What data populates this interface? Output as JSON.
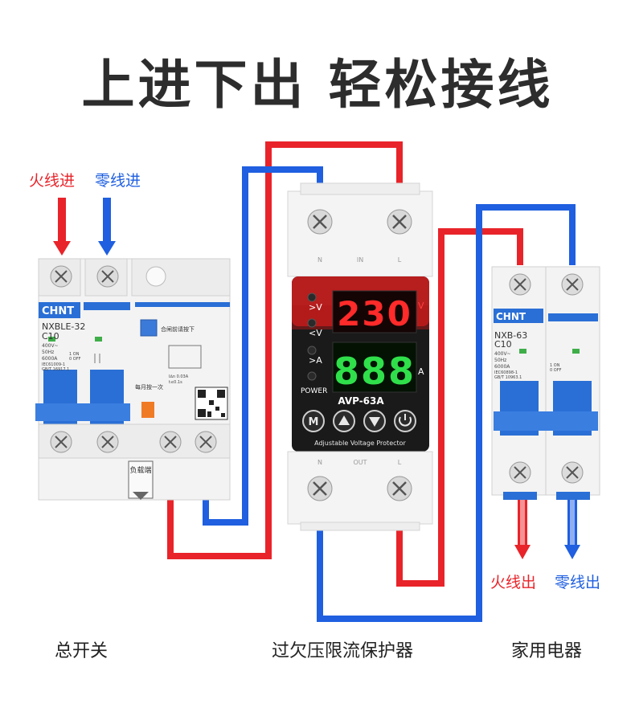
{
  "headline": "上进下出 轻松接线",
  "labels": {
    "live_in": "火线进",
    "neutral_in": "零线进",
    "live_out": "火线出",
    "neutral_out": "零线出",
    "main_switch": "总开关",
    "protector": "过欠压限流保护器",
    "appliance": "家用电器"
  },
  "main_breaker": {
    "brand": "CHNT",
    "model": "NXBLE-32",
    "rating": "C10",
    "specs": [
      "400V~",
      "50Hz",
      "6000A",
      "IEC61009-1",
      "GB/T 16917.1"
    ],
    "on_off": [
      "1 ON",
      "0 OFF"
    ],
    "note_top": "合闸前请按下",
    "test_note": "每月按一次",
    "trip": [
      "I∆n 0.03A",
      "t≤0.1s"
    ],
    "load_label": "负载端"
  },
  "protector": {
    "top_terminals": [
      "N",
      "IN",
      "L"
    ],
    "bottom_terminals": [
      "N",
      "OUT",
      "L"
    ],
    "indicators": [
      ">V",
      "<V",
      ">A",
      "POWER"
    ],
    "voltage_display": "230",
    "voltage_unit": "V",
    "current_display": "888",
    "current_unit": "A",
    "model": "AVP-63A",
    "subtitle": "Adjustable Voltage Protector",
    "buttons": [
      "M",
      "up",
      "down",
      "power"
    ]
  },
  "appliance_breaker": {
    "brand": "CHNT",
    "model": "NXB-63",
    "rating": "C10",
    "specs": [
      "400V~",
      "50Hz",
      "6000A",
      "IEC60898-1",
      "GB/T 10963.1"
    ],
    "on_off": [
      "1 ON",
      "0 OFF"
    ]
  },
  "colors": {
    "live": "#e8242a",
    "neutral": "#1f5fe0",
    "breaker_blue": "#2a6fd6",
    "display_red": "#ff2a2a",
    "display_green": "#2fe04a"
  }
}
